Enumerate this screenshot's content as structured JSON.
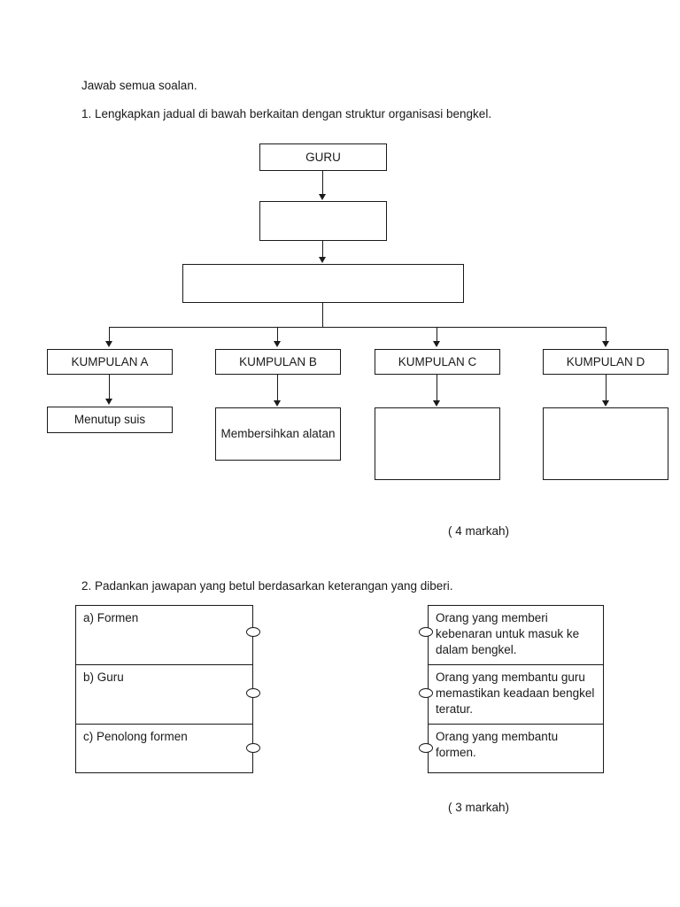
{
  "document": {
    "instruction": "Jawab semua soalan."
  },
  "question1": {
    "text": "1. Lengkapkan jadual di bawah berkaitan dengan struktur organisasi bengkel.",
    "marks": "( 4 markah)",
    "chart": {
      "top_box": "GURU",
      "level2_box": "",
      "level3_box": "",
      "groups": [
        {
          "header": "KUMPULAN  A",
          "task": "Menutup suis"
        },
        {
          "header": "KUMPULAN  B",
          "task": "Membersihkan alatan"
        },
        {
          "header": "KUMPULAN  C",
          "task": ""
        },
        {
          "header": "KUMPULAN  D",
          "task": ""
        }
      ]
    }
  },
  "question2": {
    "text": "2. Padankan jawapan yang betul berdasarkan keterangan yang diberi.",
    "marks": "( 3 markah)",
    "left_items": [
      "a) Formen",
      "b) Guru",
      "c) Penolong formen"
    ],
    "right_items": [
      "Orang yang memberi kebenaran untuk masuk ke dalam bengkel.",
      "Orang yang membantu guru memastikan keadaan bengkel teratur.",
      "Orang yang membantu formen."
    ]
  }
}
